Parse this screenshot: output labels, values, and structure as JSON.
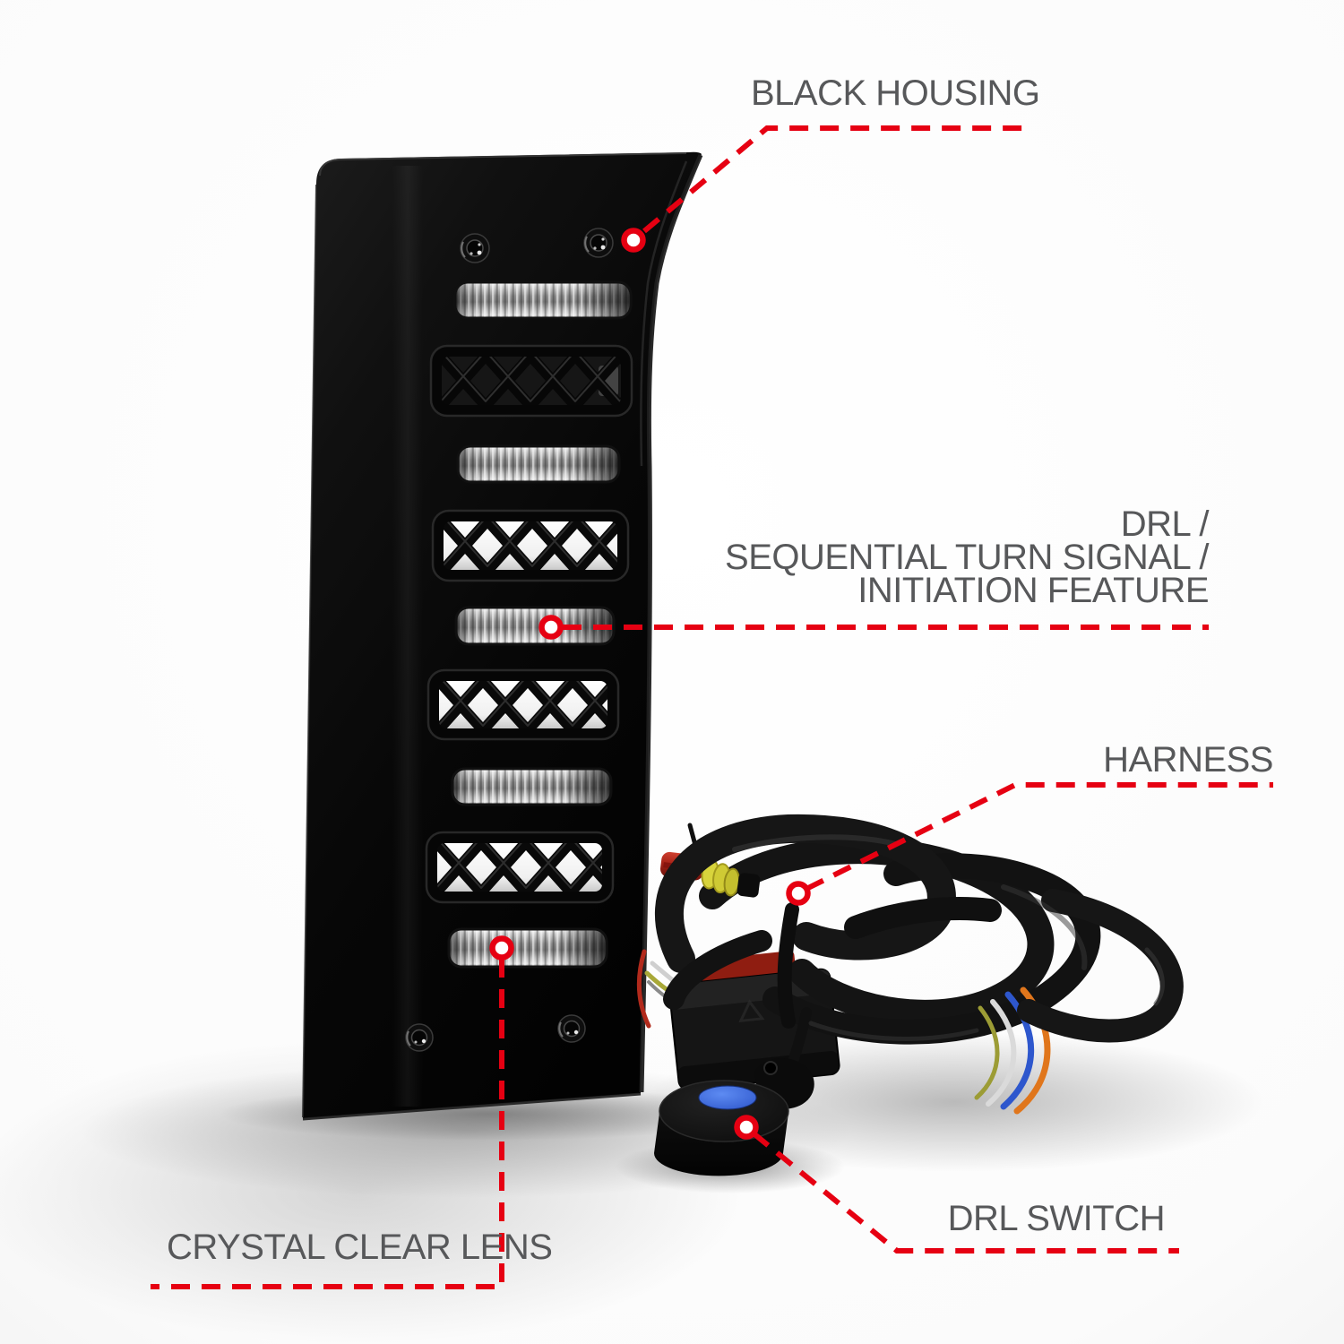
{
  "callouts": {
    "black_housing": {
      "label": "BLACK HOUSING"
    },
    "drl_feature": {
      "lines": [
        "DRL /",
        "SEQUENTIAL TURN SIGNAL /",
        "INITIATION FEATURE"
      ]
    },
    "harness": {
      "label": "HARNESS"
    },
    "drl_switch": {
      "label": "DRL SWITCH"
    },
    "crystal_clear_lens": {
      "label": "CRYSTAL CLEAR LENS"
    }
  },
  "style": {
    "callout_red": "#e60012",
    "label_gray": "#57585a",
    "background": "#ffffff"
  }
}
